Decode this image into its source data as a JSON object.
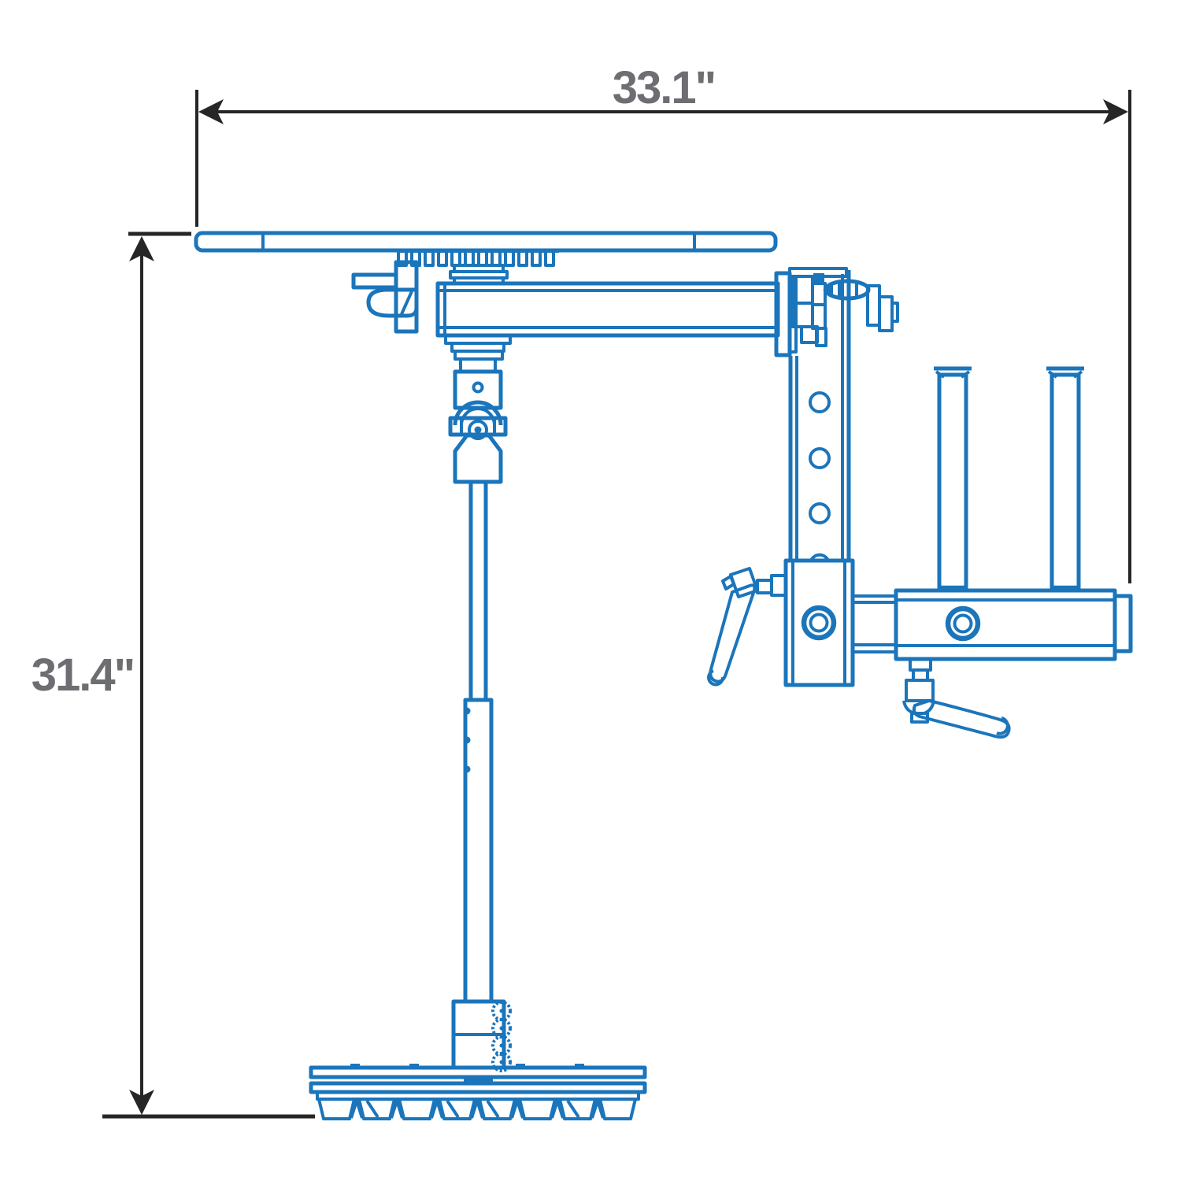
{
  "diagram": {
    "type": "technical-line-drawing",
    "view": "side-elevation-with-dimensions"
  },
  "dimensions": {
    "width": {
      "label": "33.1\""
    },
    "height": {
      "label": "31.4\""
    }
  },
  "colors": {
    "drawing": "#1B75BB",
    "dimension_lines": "#262626",
    "dimension_text": "#6D6E71",
    "background": "#FFFFFF"
  }
}
